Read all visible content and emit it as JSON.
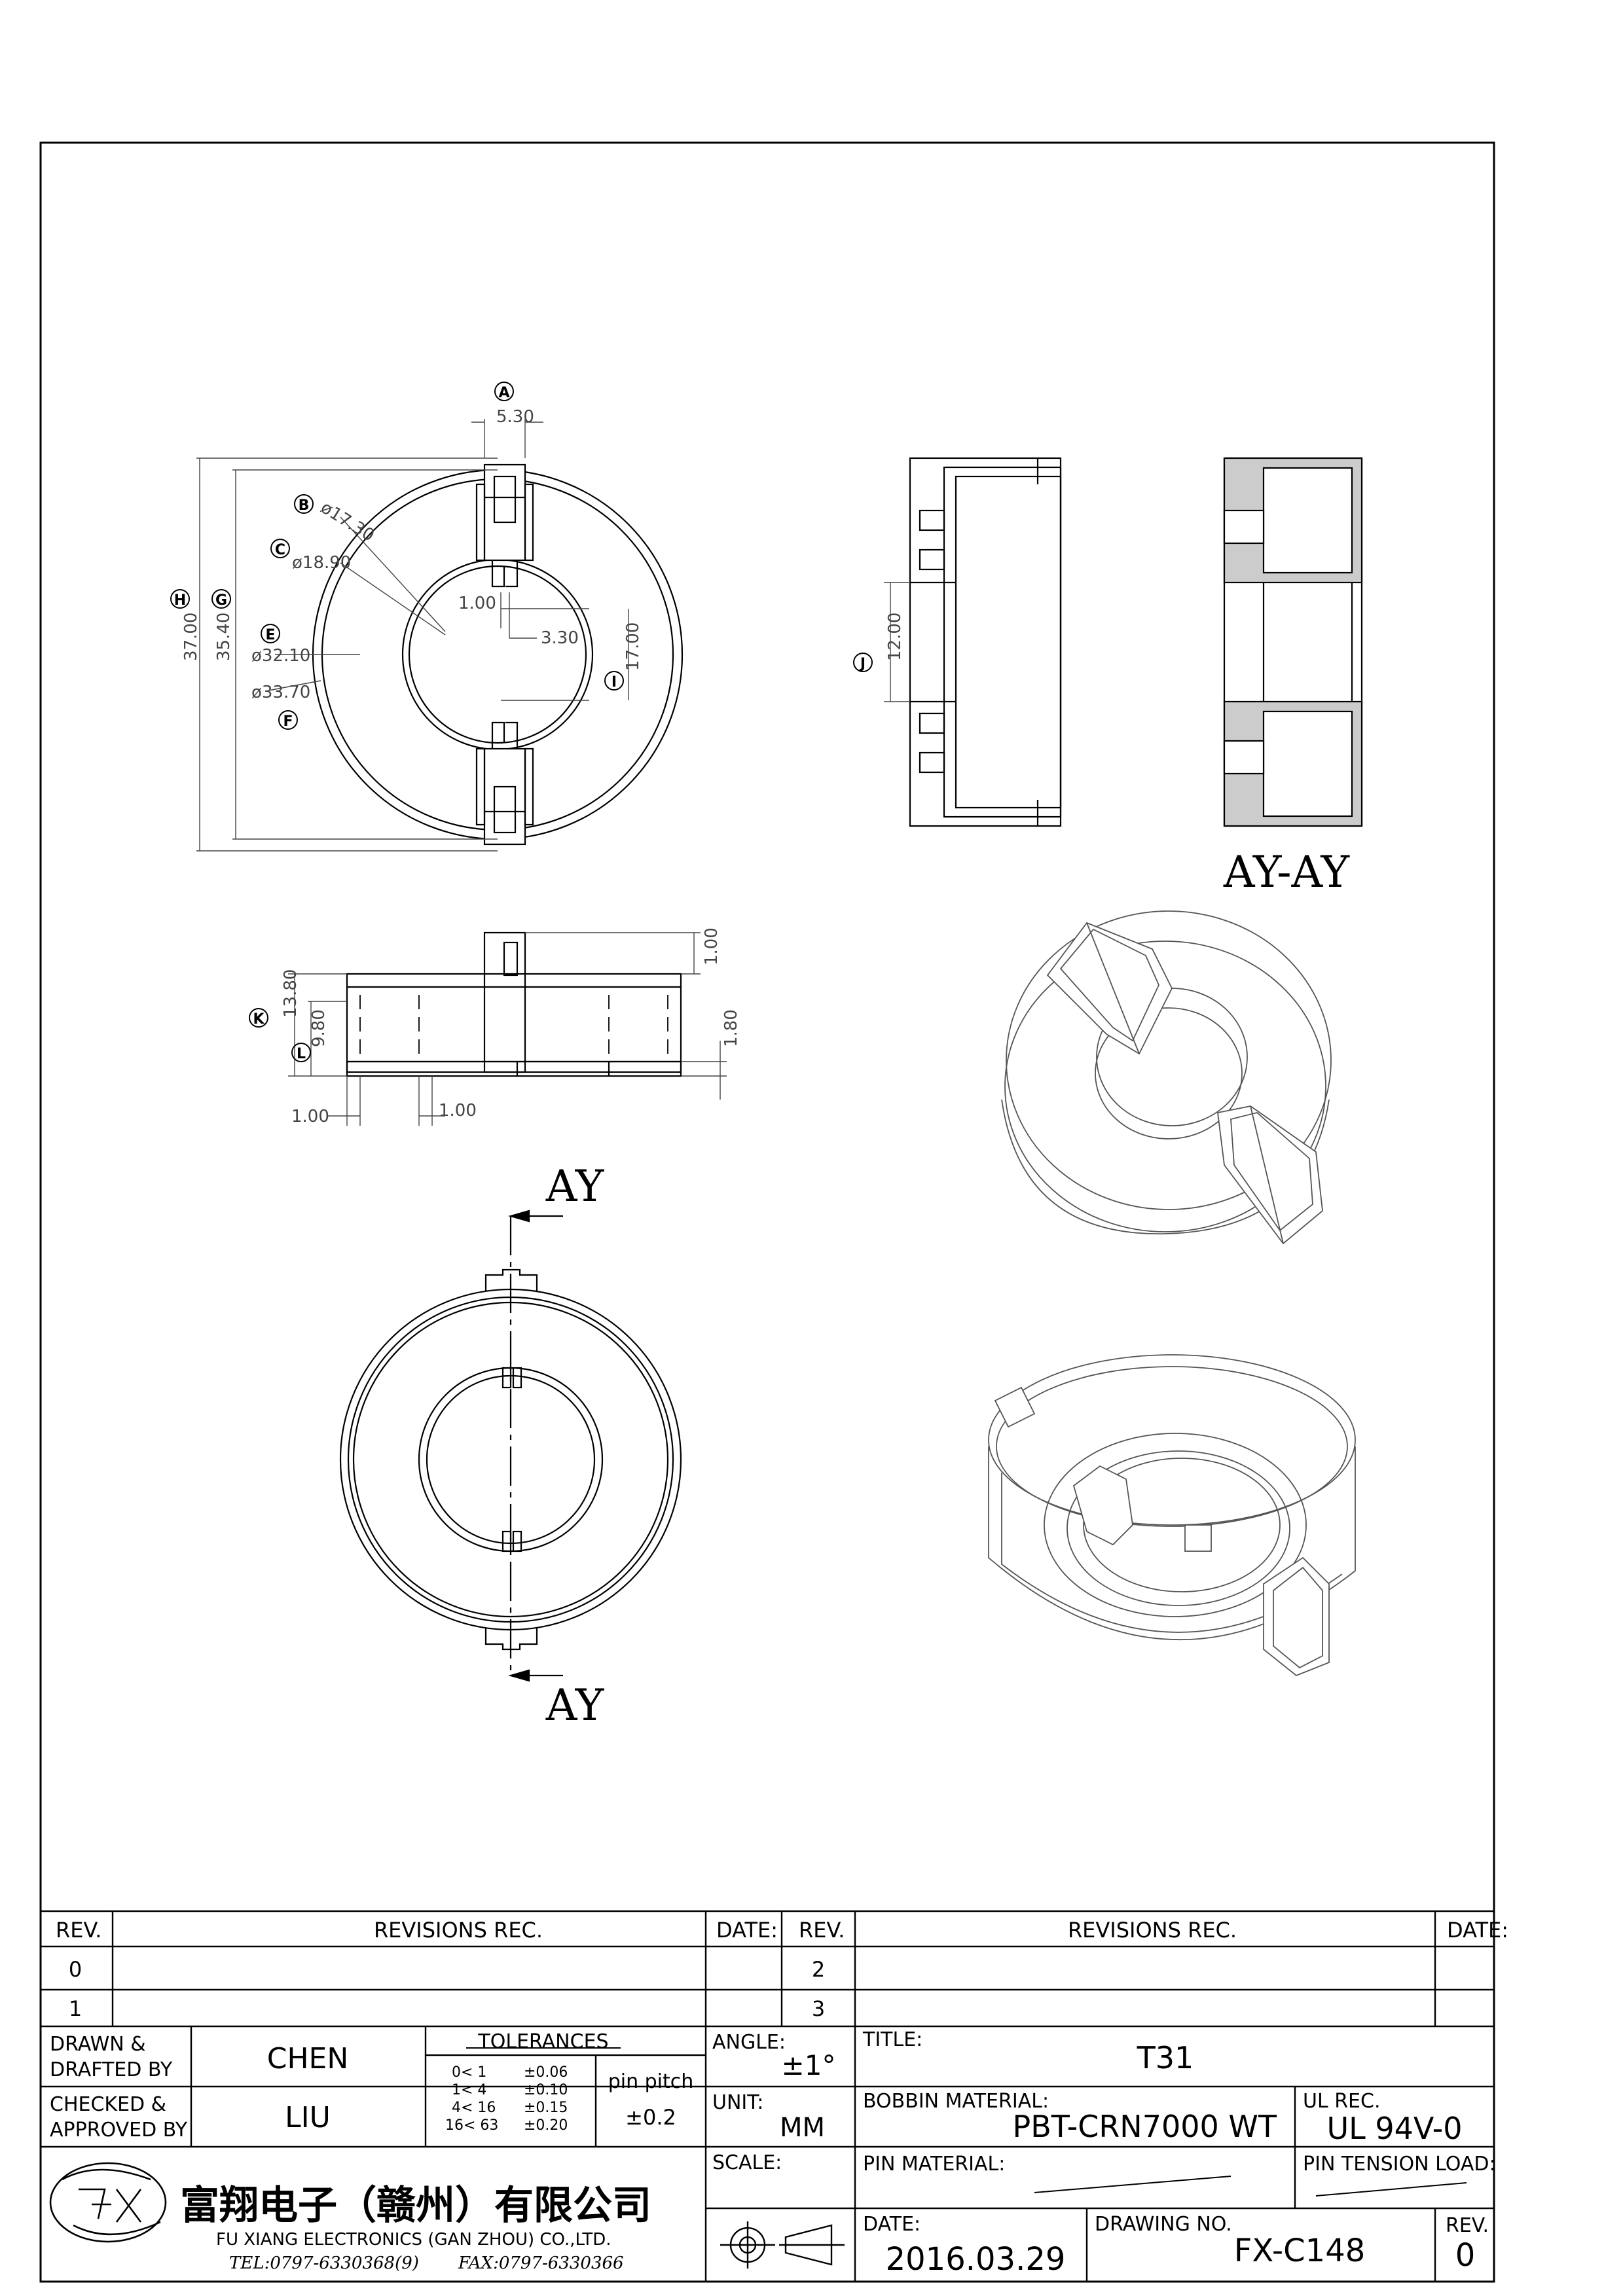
{
  "views": {
    "top": {
      "balloons": [
        "A",
        "B",
        "C",
        "E",
        "F",
        "G",
        "H",
        "I"
      ],
      "dims": {
        "A": "5.30",
        "B": "ø17.30",
        "C": "ø18.90",
        "E": "ø32.10",
        "F": "ø33.70",
        "G": "35.40",
        "H": "37.00",
        "I": "17.00",
        "slot": "1.00",
        "slot2": "3.30"
      }
    },
    "side": {
      "balloons": [
        "J"
      ],
      "dims": {
        "J": "12.00"
      }
    },
    "front": {
      "balloons": [
        "K",
        "L"
      ],
      "dims": {
        "K": "13.80",
        "L": "9.80",
        "top": "1.00",
        "bottom": "1.80",
        "w1": "1.00",
        "w2": "1.00"
      }
    },
    "section_label": "AY-AY",
    "cut_top": "AY",
    "cut_bottom": "AY"
  },
  "title_block": {
    "rev_header": "REV.",
    "revisions_header": "REVISIONS  REC.",
    "date_header": "DATE:",
    "rev_rows_left": [
      "0",
      "1"
    ],
    "rev_rows_right": [
      "2",
      "3"
    ],
    "drawn_label_1": "DRAWN &",
    "drawn_label_2": "DRAFTED BY",
    "drawn_value": "CHEN",
    "checked_label_1": "CHECKED &",
    "checked_label_2": "APPROVED BY",
    "checked_value": "LIU",
    "tolerances_header": "TOLERANCES",
    "tol_rows": [
      {
        "range": "0<  1",
        "tol": "±0.06"
      },
      {
        "range": "1<  4",
        "tol": "±0.10"
      },
      {
        "range": "4<  16",
        "tol": "±0.15"
      },
      {
        "range": "16<  63",
        "tol": "±0.20"
      }
    ],
    "pin_pitch_label": "pin pitch",
    "pin_pitch_value": "±0.2",
    "angle_label": "ANGLE:",
    "angle_value": "±1°",
    "unit_label": "UNIT:",
    "unit_value": "MM",
    "scale_label": "SCALE:",
    "title_label": "TITLE:",
    "title_value": "T31",
    "bobbin_label": "BOBBIN MATERIAL:",
    "bobbin_value": "PBT-CRN7000 WT",
    "ul_label": "UL REC.",
    "ul_value": "UL 94V-0",
    "pin_material_label": "PIN MATERIAL:",
    "pin_tension_label": "PIN TENSION LOAD:",
    "date_label": "DATE:",
    "date_value": "2016.03.29",
    "drawing_no_label": "DRAWING NO.",
    "drawing_no_value": "FX-C148",
    "rev_label": "REV.",
    "rev_value": "0",
    "company_cn": "富翔电子（赣州）有限公司",
    "company_en": "FU XIANG ELECTRONICS (GAN ZHOU) CO.,LTD.",
    "tel": "TEL:0797-6330368(9)",
    "fax": "FAX:0797-6330366"
  }
}
